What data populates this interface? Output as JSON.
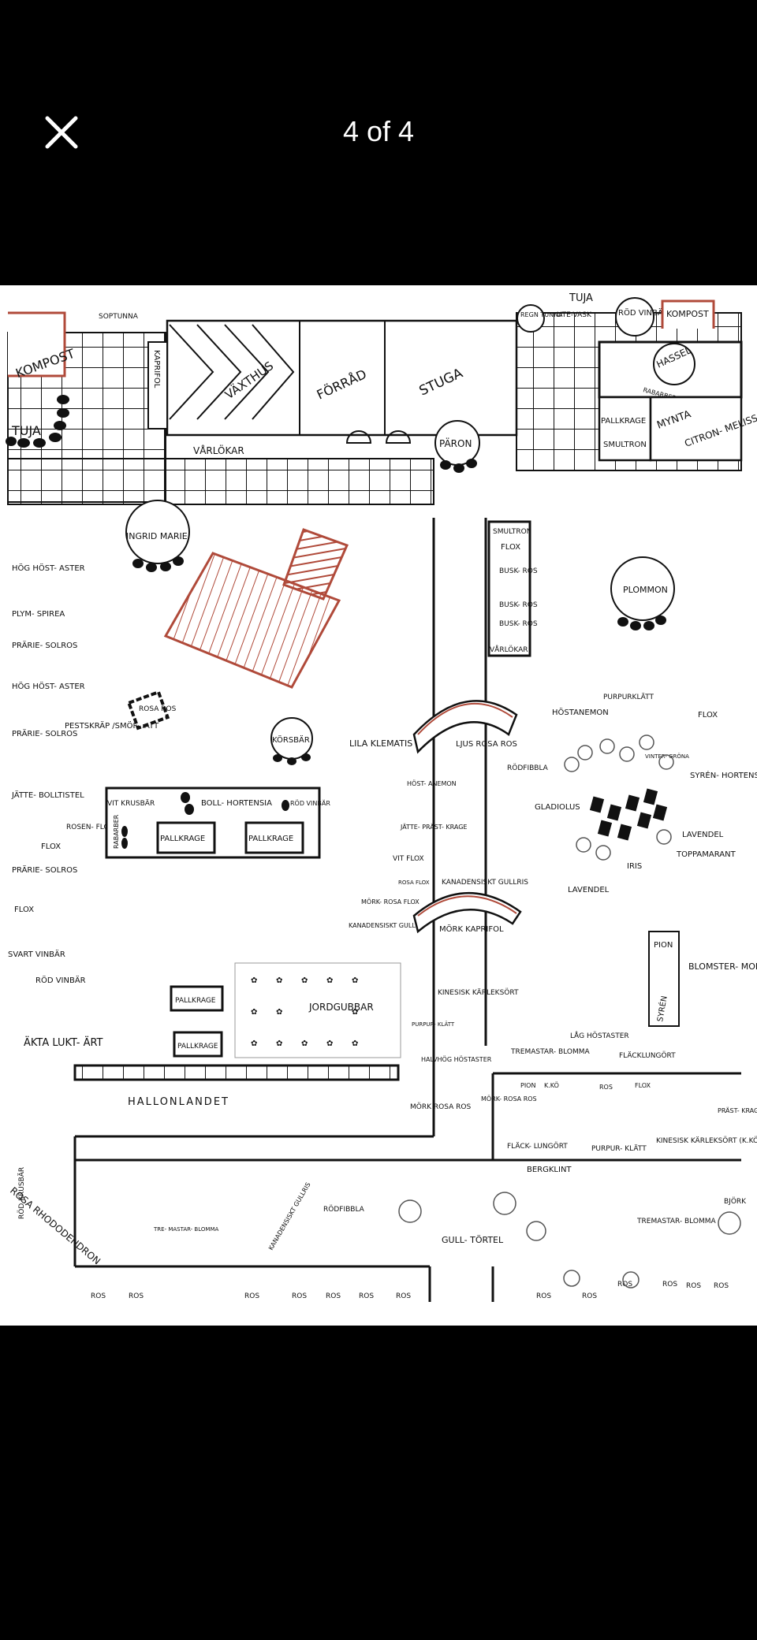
{
  "viewer": {
    "counter": "4 of 4",
    "close_icon": "close-icon"
  },
  "plan": {
    "labels": {
      "sopt": "SOPTUNNA",
      "kompost_l": "KOMPOST",
      "tuja_l": "TUJA",
      "kaprifol": "KAPRIFOL",
      "vaxthus": "VÄXTHUS",
      "forrad": "FÖRRÅD",
      "stuga": "STUGA",
      "varlokar_top": "VÅRLÖKAR",
      "regntunna": "REGN TUNNA",
      "utevask": "UTE-VASK",
      "rodvinbar_top": "RÖD VINBÄR",
      "kompost_r": "KOMPOST",
      "tuja_r": "TUJA",
      "hassel": "HASSEL",
      "rabarber_top": "RABARBER",
      "pallkrage_top": "PALLKRAGE",
      "smultron_top": "SMULTRON",
      "mynta": "MYNTA",
      "citronmeliss": "CITRON- MELISS",
      "paron": "PÄRON",
      "ingrid": "INGRID MARIE",
      "smultron_bed": "SMULTRON",
      "flox_bed": "FLOX",
      "buskros1": "BUSK- ROS",
      "buskros2": "BUSK- ROS",
      "buskros3": "BUSK- ROS",
      "varlokar_bed": "VÅRLÖKAR",
      "plommon": "PLOMMON",
      "hog_host1": "HÖG HÖST- ASTER",
      "plymspirea": "PLYM- SPIREA",
      "prariesolros1": "PRÄRIE- SOLROS",
      "hog_host2": "HÖG HÖST- ASTER",
      "prariesolros2": "PRÄRIE- SOLROS",
      "pestskrap": "PESTSKRÄP /SMÖRHATT",
      "rosaros": "ROSA ROS",
      "korsbar": "KÖRSBÄR",
      "lilaklematis": "LILA KLEMATIS",
      "ljusrosaros": "LJUS ROSA ROS",
      "jattebolltistel": "JÄTTE- BOLLTISTEL",
      "rosenflockel": "ROSEN- FLOCKEL",
      "flox_l1": "FLOX",
      "prariesolros3": "PRÄRIE- SOLROS",
      "flox_l2": "FLOX",
      "vitkrusbar": "VIT KRUSBÄR",
      "bollhortensia": "BOLL- HORTENSIA",
      "rodvinbar_mid": "RÖD VINBÄR",
      "rabarber_mid": "RABARBER",
      "pallkrage1": "PALLKRAGE",
      "pallkrage2": "PALLKRAGE",
      "hostanemon": "HÖST- ANEMON",
      "jattebraskage": "JÄTTE- PRÄST- KRAGE",
      "vitflox": "VIT FLOX",
      "rosaflox": "ROSA FLOX",
      "kanadensiskt1": "KANADENSISKT GULLRIS",
      "rodfibbla_mid": "RÖDFIBBLA",
      "purpurklatt_r": "PURPURKLÄTT",
      "hostanemon_r": "HÖSTANEMON",
      "flox_r": "FLOX",
      "syrenhortensia": "SYRÉN- HORTENSIA",
      "vintergrona": "VINTER- GRÖNA",
      "gladiolus": "GLADIOLUS",
      "lavendel1": "LAVENDEL",
      "toppamarant": "TOPPAMARANT",
      "iris": "IRIS",
      "lavendel2": "LAVENDEL",
      "svartvinbar": "SVART VINBÄR",
      "rodvinbar_l": "RÖD VINBÄR",
      "morkrosaflox": "MÖRK- ROSA FLOX",
      "kanadensiskt2": "KANADENSISKT GULLRIS",
      "morkkaprifol": "MÖRK KAPRIFOL",
      "pion_r": "PION",
      "blomstermorot": "BLOMSTER- MOROT",
      "syren": "SYRÉN",
      "aktalukt": "ÄKTA LUKT- ÄRT",
      "pallkrage3": "PALLKRAGE",
      "pallkrage4": "PALLKRAGE",
      "jordgubbar": "JORDGUBBAR",
      "kinesisk1": "KINESISK KÄRLEKSÖRT",
      "purpurklatt_m": "PURPUR- KLÄTT",
      "halvhog": "HALVHÖG HÖSTASTER",
      "laghostaster": "LÅG HÖSTASTER",
      "tremastar1": "TREMASTAR- BLOMMA",
      "flackungort": "FLÄCKLUNGÖRT",
      "hallonlandet": "HALLONLANDET",
      "morkrosaros1": "MÖRK ROSA ROS",
      "morkrosaros2": "MÖRK- ROSA ROS",
      "flackungort2": "FLÄCK- LUNGÖRT",
      "purpurklatt_b": "PURPUR- KLÄTT",
      "kinesisk2": "KINESISK KÄRLEKSÖRT (K.KÖ)",
      "prastkrage_r": "PRÄST- KRAG",
      "rodkrusbar": "RÖD KRUSBÄR",
      "bergklint": "BERGKLINT",
      "rodfibbla_b": "RÖDFIBBLA",
      "kanadensiskt3": "KANADENSISKT GULLRIS",
      "tremastar2": "TRE- MASTAR- BLOMMA",
      "gulltortel": "GULL- TÖRTEL",
      "tremastar3": "TREMASTAR- BLOMMA",
      "bjork": "BJÖRK",
      "rosarhodo": "ROSA RHODODENDRON",
      "ros": "ROS",
      "pion_s": "PION",
      "ros_s": "ROS",
      "flox_s": "FLOX",
      "ko": "K.KÖ"
    }
  }
}
